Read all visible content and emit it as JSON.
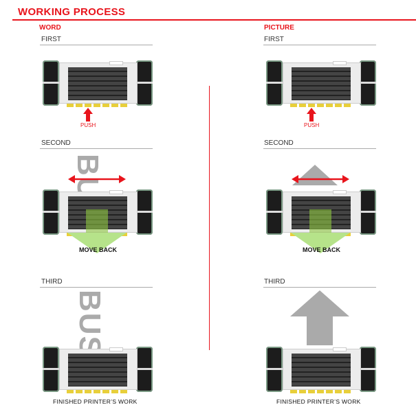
{
  "title": "WORKING PROCESS",
  "columns": [
    {
      "heading": "WORD",
      "steps": [
        "FIRST",
        "SECOND",
        "THIRD"
      ],
      "push_label": "PUSH",
      "move_back_label": "MOVE BACK",
      "bus_text": "BUS",
      "caption": "FINISHED PRINTER’S WORK"
    },
    {
      "heading": "PICTURE",
      "steps": [
        "FIRST",
        "SECOND",
        "THIRD"
      ],
      "push_label": "PUSH",
      "move_back_label": "MOVE BACK",
      "caption": "FINISHED PRINTER’S WORK"
    }
  ],
  "colors": {
    "accent": "#e8141c",
    "green": "#b6e38a",
    "gray": "#aaaaaa"
  }
}
